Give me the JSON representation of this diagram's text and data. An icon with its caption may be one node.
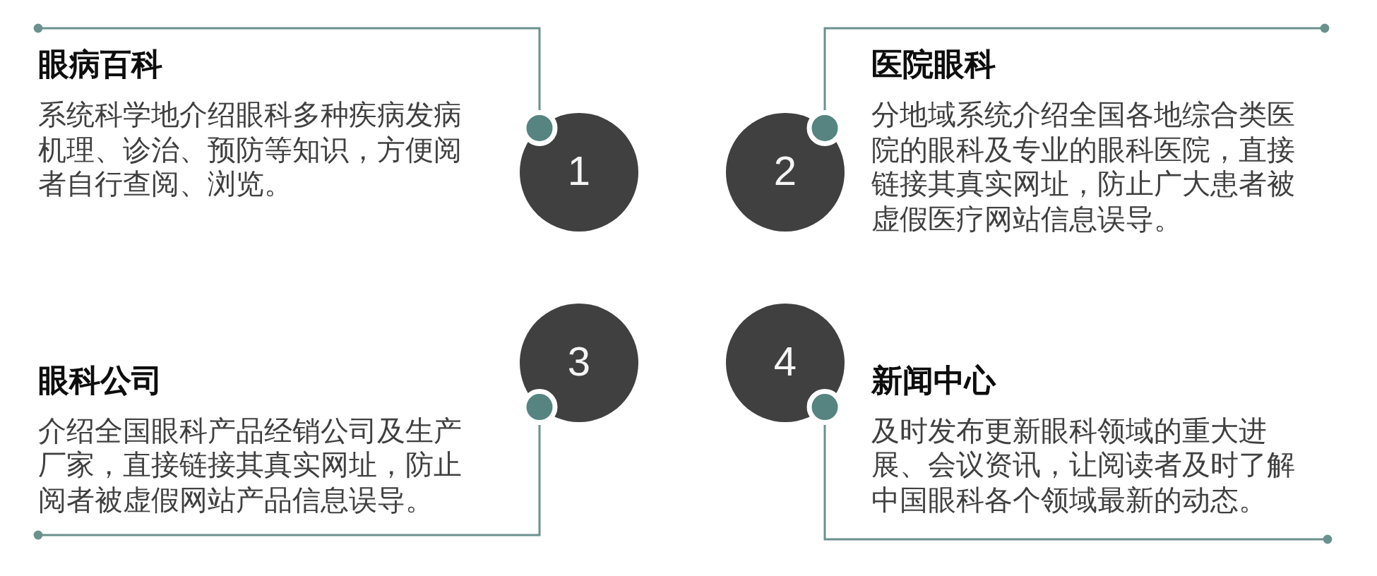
{
  "diagram": {
    "nodes": [
      {
        "text": [
          "眼病百科",
          "系统科学地介绍眼科多种疾病发病机理、诊治、预防等知识，方便阅者自行查阅、浏览。"
        ]
      },
      {
        "text": [
          "1"
        ]
      },
      {
        "text": [
          "2"
        ]
      },
      {
        "text": [
          "医院眼科",
          "分地域系统介绍全国各地综合类医院的眼科及专业的眼科医院，直接链接其真实网址，防止广大患者被虚假医疗网站信息误导。"
        ]
      },
      {
        "text": [
          "眼科公司",
          "介绍全国眼科产品经销公司及生产厂家，直接链接其真实网址，防止阅者被虚假网站产品信息误导。"
        ]
      },
      {
        "text": [
          "3"
        ]
      },
      {
        "text": [
          "4"
        ]
      },
      {
        "text": [
          "新闻中心",
          "及时发布更新眼科领域的重大进展、会议资讯，让阅读者及时了解中国眼科各个领域最新的动态。"
        ]
      }
    ],
    "edges": [
      {
        "from": 0,
        "to": 1,
        "arrow": "other"
      },
      {
        "from": 3,
        "to": 2,
        "arrow": "other"
      },
      {
        "from": 4,
        "to": 5,
        "arrow": "other"
      },
      {
        "from": 7,
        "to": 6,
        "arrow": "other"
      }
    ]
  }
}
